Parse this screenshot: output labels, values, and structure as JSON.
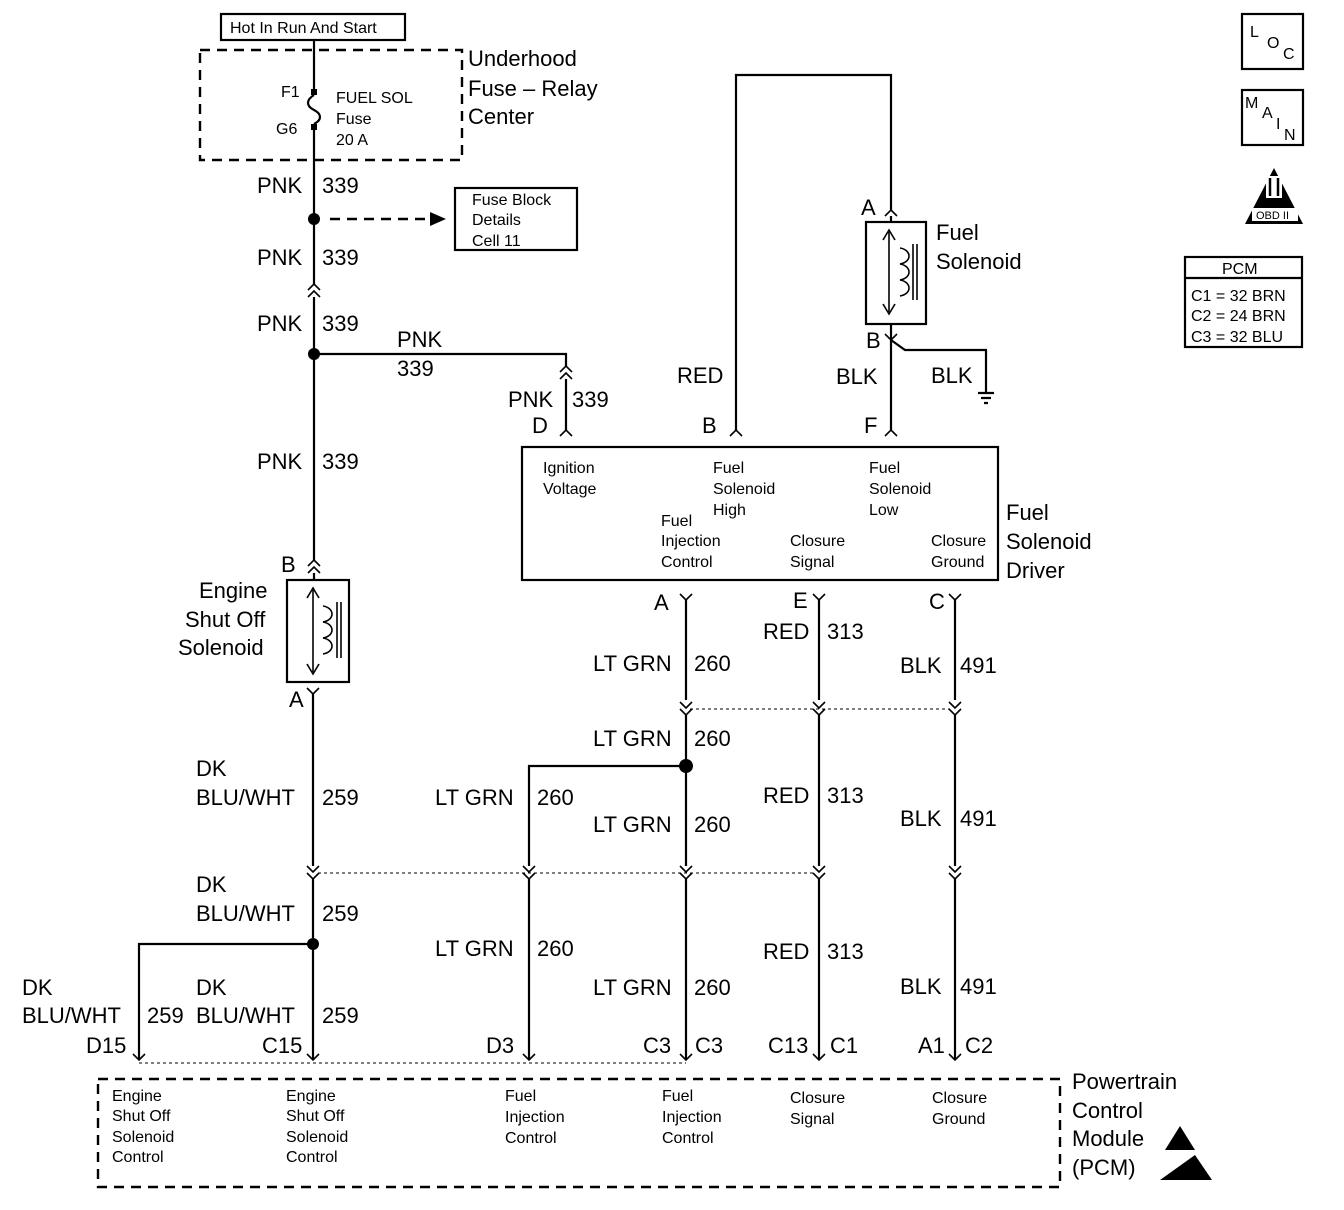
{
  "hot_label": "Hot In Run And Start",
  "fuse_center": {
    "title_lines": [
      "Underhood",
      "Fuse – Relay",
      "Center"
    ],
    "pin_top": "F1",
    "pin_bottom": "G6",
    "fuse_lines": [
      "FUEL SOL",
      "Fuse",
      "20 A"
    ]
  },
  "fuse_block_ref": [
    "Fuse Block",
    "Details",
    "Cell 11"
  ],
  "badges": {
    "loc": [
      "L",
      "O",
      "C"
    ],
    "main": [
      "M",
      "A",
      "I",
      "N"
    ],
    "obd": "OBD II"
  },
  "pcm_table": {
    "title": "PCM",
    "rows": [
      "C1 = 32 BRN",
      "C2 = 24 BRN",
      "C3 = 32 BLU"
    ]
  },
  "wires": {
    "pnk": "PNK",
    "pnk_num": "339",
    "red": "RED",
    "blk": "BLK",
    "ltgrn": "LT GRN",
    "ltgrn_num": "260",
    "red_num": "313",
    "blk_num": "491",
    "dk": "DK",
    "bluwht": "BLU/WHT",
    "bluwht_num": "259"
  },
  "fuel_solenoid": {
    "title_lines": [
      "Fuel",
      "Solenoid"
    ],
    "pin_a": "A",
    "pin_b": "B"
  },
  "driver": {
    "title_lines": [
      "Fuel",
      "Solenoid",
      "Driver"
    ],
    "pins_top": [
      "D",
      "B",
      "F"
    ],
    "pins_bottom": [
      "A",
      "E",
      "C"
    ],
    "labels": {
      "ignition": [
        "Ignition",
        "Voltage"
      ],
      "high": [
        "Fuel",
        "Solenoid",
        "High"
      ],
      "low": [
        "Fuel",
        "Solenoid",
        "Low"
      ],
      "injection": [
        "Fuel",
        "Injection",
        "Control"
      ],
      "closure_signal": [
        "Closure",
        "Signal"
      ],
      "closure_ground": [
        "Closure",
        "Ground"
      ]
    }
  },
  "engine_solenoid": {
    "title_lines": [
      "Engine",
      "Shut Off",
      "Solenoid"
    ],
    "pin_b": "B",
    "pin_a": "A"
  },
  "pcm_pins": [
    "D15",
    "C15",
    "D3",
    "C3",
    "C3",
    "C13",
    "C1",
    "A1",
    "C2"
  ],
  "pcm": {
    "title_lines": [
      "Powertrain",
      "Control",
      "Module",
      "(PCM)"
    ],
    "col1": [
      "Engine",
      "Shut Off",
      "Solenoid",
      "Control"
    ],
    "col2": [
      "Engine",
      "Shut Off",
      "Solenoid",
      "Control"
    ],
    "col3": [
      "Fuel",
      "Injection",
      "Control"
    ],
    "col4": [
      "Fuel",
      "Injection",
      "Control"
    ],
    "col5": [
      "Closure",
      "Signal"
    ],
    "col6": [
      "Closure",
      "Ground"
    ]
  }
}
